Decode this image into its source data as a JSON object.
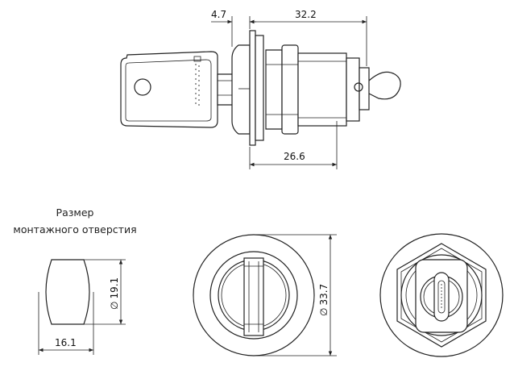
{
  "dimensions": {
    "flange_thickness": "4.7",
    "overall_length": "32.2",
    "body_length": "26.6",
    "hole_diameter": "19.1",
    "hole_width": "16.1",
    "flange_diameter": "33.7"
  },
  "cutout_label": {
    "line1": "Размер",
    "line2": "монтажного отверстия"
  },
  "diameter_symbol": "∅"
}
